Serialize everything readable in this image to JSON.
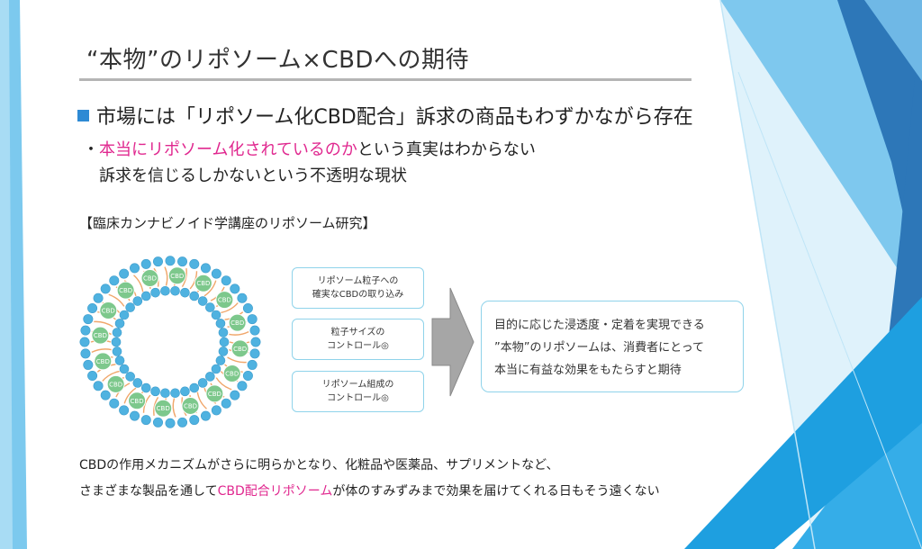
{
  "slide": {
    "title": "“本物”のリポソーム×CBDへの期待",
    "bullet": "市場には「リポソーム化CBD配合」訴求の商品もわずかながら存在",
    "sub_line1": {
      "prefix": "・",
      "highlight": "本当にリポソーム化されているのか",
      "rest": "という真実はわからない"
    },
    "sub_line2": "訴求を信じるしかないという不透明な現状",
    "section_label": "【臨床カンナビノイド学講座のリポソーム研究】",
    "liposome": {
      "particle_label": "CBD"
    },
    "boxes": [
      {
        "line1": "リポソーム粒子への",
        "line2": "確実なCBDの取り込み"
      },
      {
        "line1": "粒子サイズの",
        "line2": "コントロール◎"
      },
      {
        "line1": "リポソーム組成の",
        "line2": "コントロール◎"
      }
    ],
    "result": {
      "line1": "目的に応じた浸透度・定着を実現できる",
      "line2": "”本物”のリポソームは、消費者にとって",
      "line3": "本当に有益な効果をもたらすと期待"
    },
    "bottom": {
      "line1": "CBDの作用メカニズムがさらに明らかとなり、化粧品や医薬品、サプリメントなど、",
      "line2_prefix": "さまざまな製品を通して",
      "line2_highlight": "CBD配合リポソーム",
      "line2_rest": "が体のすみずみまで効果を届けてくれる日もそう遠くない"
    },
    "colors": {
      "accent_pink": "#e0288f",
      "bullet_blue": "#2e8ad4",
      "box_border": "#8fd3ea",
      "sphere_blue": "#4fb2e0",
      "cbd_green": "#7dc88c",
      "lipid_orange": "#f0a66a"
    }
  }
}
